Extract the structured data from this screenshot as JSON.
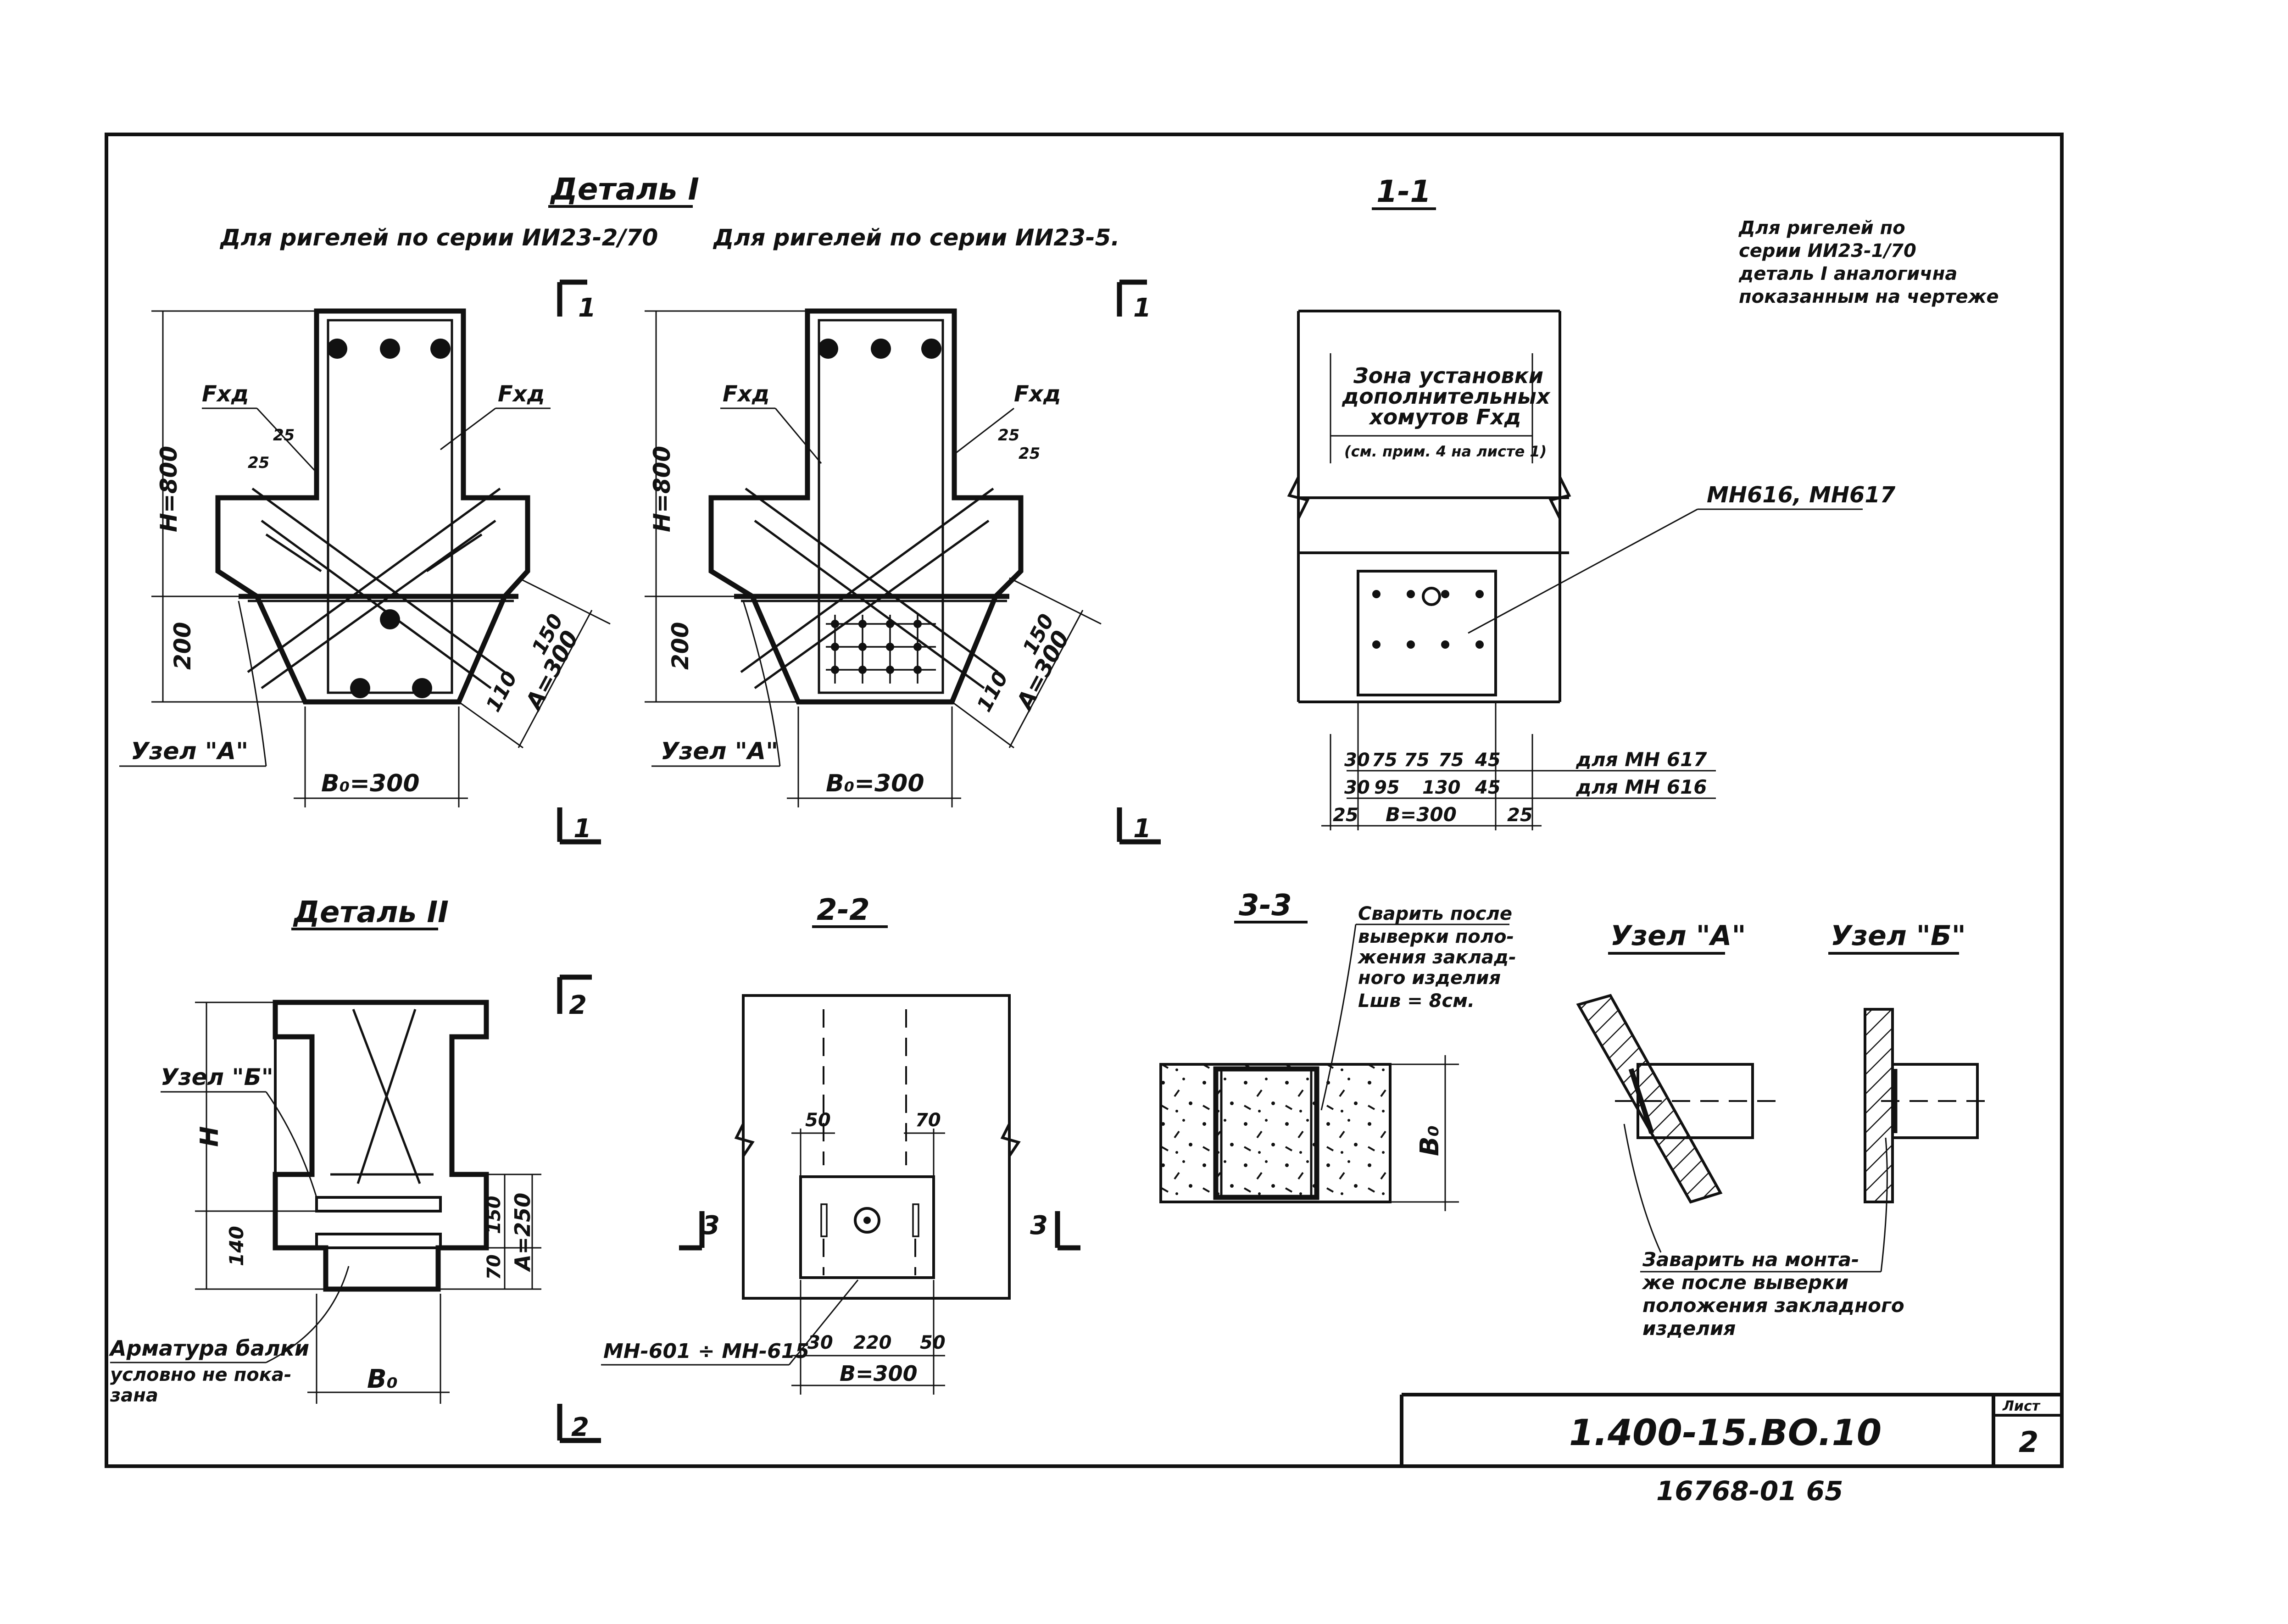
{
  "detail_1": {
    "title": "Деталь I",
    "left": {
      "caption": "Для ригелей по серии ИИ23-2/70",
      "label_fxd_left": "Fхд",
      "label_fxd_right": "Fхд",
      "dim_h": "H=800",
      "dim_200": "200",
      "dim_25a": "25",
      "dim_25b": "25",
      "dim_150": "150",
      "dim_110": "110",
      "dim_a": "A=300",
      "dim_b0": "B₀=300",
      "node_a": "Узел \"А\"",
      "section_mark": "1"
    },
    "right": {
      "caption": "Для ригелей по серии ИИ23-5.",
      "label_fxd_left": "Fхд",
      "label_fxd_right": "Fхд",
      "dim_h": "H=800",
      "dim_200": "200",
      "dim_25a": "25",
      "dim_25b": "25",
      "dim_150": "150",
      "dim_110": "110",
      "dim_a": "A=300",
      "dim_b0": "B₀=300",
      "node_a": "Узел \"А\"",
      "section_mark": "1"
    }
  },
  "section_1_1": {
    "title": "1-1",
    "zone_line1": "Зона установки",
    "zone_line2": "дополнительных",
    "zone_line3": "хомутов Fхд",
    "zone_note": "(см. прим. 4 на листе 1)",
    "embed_label": "МН616, МН617",
    "row1_label": "для МН 617",
    "row1": [
      "30",
      "75",
      "75",
      "75",
      "45"
    ],
    "row2_label": "для МН 616",
    "row2": [
      "30",
      "95",
      "130",
      "45"
    ],
    "row3": [
      "25",
      "B=300",
      "25"
    ]
  },
  "note_top_right": {
    "line1": "Для ригелей по",
    "line2": "серии ИИ23-1/70",
    "line3": "деталь I аналогична",
    "line4": "показанным на чертеже"
  },
  "detail_2": {
    "title": "Деталь II",
    "node_b": "Узел \"Б\"",
    "dim_h": "H",
    "dim_140": "140",
    "dim_150": "150",
    "dim_70": "70",
    "dim_a": "A=250",
    "dim_b0": "B₀",
    "rebar_note_1": "Арматура балки",
    "rebar_note_2": "условно не пока-",
    "rebar_note_3": "зана",
    "section_mark": "2"
  },
  "section_2_2": {
    "title": "2-2",
    "dim_50": "50",
    "dim_70": "70",
    "mark_3": "3",
    "embed_label": "МН-601 ÷ МН-615",
    "dim_30": "30",
    "dim_220": "220",
    "dim_50b": "50",
    "dim_b": "B=300"
  },
  "section_3_3": {
    "title": "3-3",
    "weld_note_1": "Сварить после",
    "weld_note_2": "выверки поло-",
    "weld_note_3": "жения заклад-",
    "weld_note_4": "ного изделия",
    "weld_note_5": "Lшв = 8см.",
    "dim_b0": "B₀"
  },
  "node_a_detail": {
    "title": "Узел \"А\""
  },
  "node_b_detail": {
    "title": "Узел \"Б\""
  },
  "weld_mount_note": {
    "line1": "Заварить на монта-",
    "line2": "же после выверки",
    "line3": "положения закладного",
    "line4": "изделия"
  },
  "title_block": {
    "code": "1.400-15.ВО.10",
    "sheet_label": "Лист",
    "sheet_no": "2"
  },
  "archive_no": "16768-01   65"
}
